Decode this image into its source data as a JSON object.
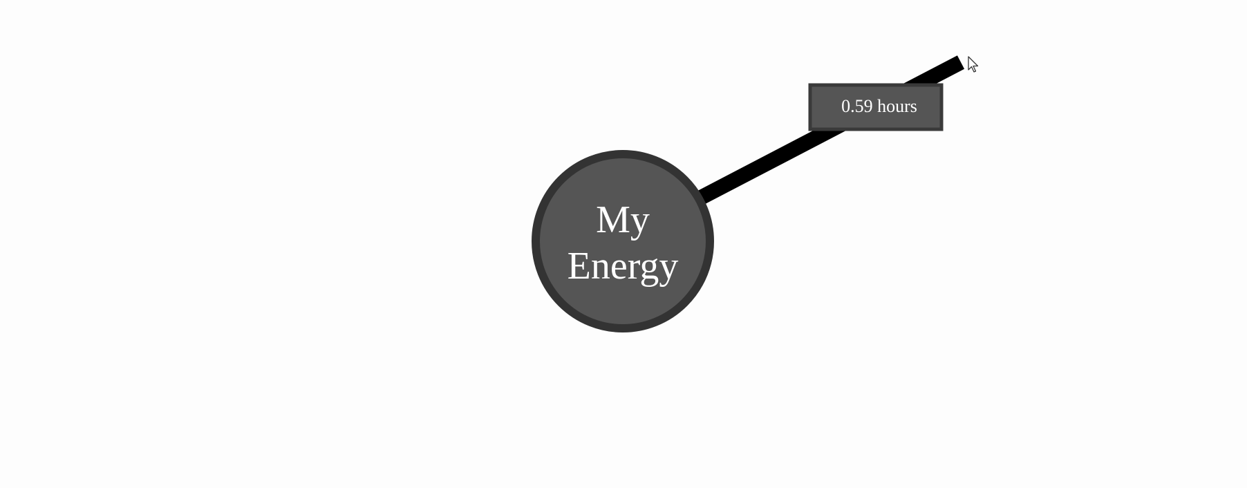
{
  "energy_node": {
    "label_line1": "My",
    "label_line2": "Energy"
  },
  "drag_tooltip": {
    "value_text": "0.59 hours"
  },
  "colors": {
    "background": "#fdfdfd",
    "node_fill": "#555555",
    "node_border": "#333333",
    "handle_line": "#000000",
    "tooltip_fill": "#555555",
    "tooltip_border": "#3a3a3a",
    "text": "#ffffff"
  },
  "icons": {
    "cursor": "mouse-pointer-icon"
  }
}
